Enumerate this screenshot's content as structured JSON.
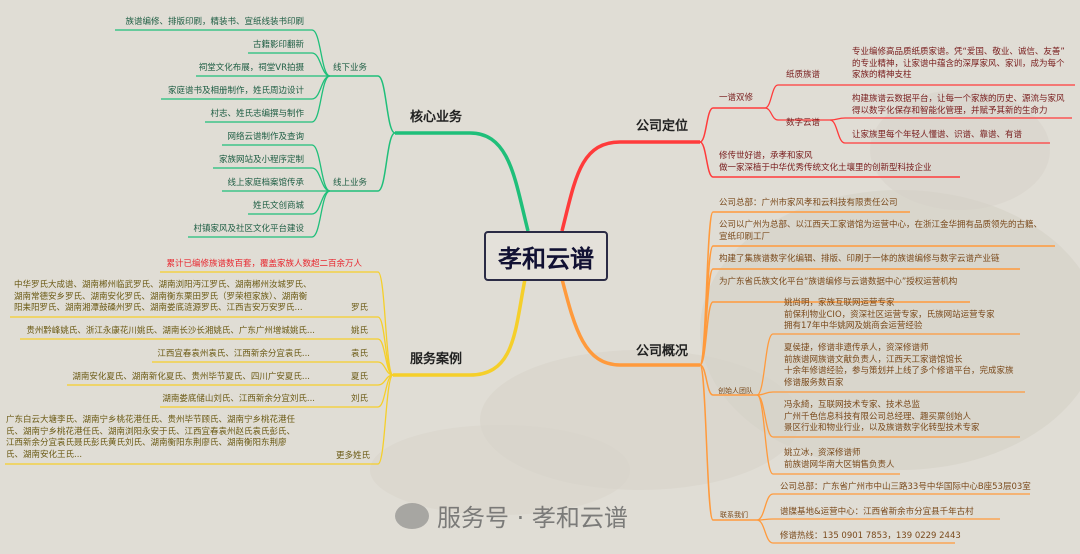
{
  "center": {
    "title": "孝和云谱"
  },
  "colors": {
    "core": "#1fbf7a",
    "service": "#f5cf2a",
    "position": "#ff3b3b",
    "overview": "#ff9a3c",
    "background": "#e0ddd5"
  },
  "core_business": {
    "label": "核心业务",
    "offline": {
      "label": "线下业务",
      "items": [
        "族谱编修、排版印刷，精装书、宣纸线装书印刷",
        "古籍影印翻新",
        "祠堂文化布展，祠堂VR拍摄",
        "家庭谱书及相册制作，姓氏周边设计",
        "村志、姓氏志编撰与制作"
      ]
    },
    "online": {
      "label": "线上业务",
      "items": [
        "网络云谱制作及查询",
        "家族网站及小程序定制",
        "线上家庭档案馆传承",
        "姓氏文创商城",
        "村镇家风及社区文化平台建设"
      ]
    }
  },
  "service_cases": {
    "label": "服务案例",
    "highlight": "累计已编修族谱数百套，覆盖家族人数超二百余万人",
    "items": [
      {
        "surname": "罗氏",
        "detail": "中华罗氏大成谱、湖南郴州临武罗氏、湖南浏阳沔江罗氏、湖南郴州汝城罗氏、\n湖南常德安乡罗氏、湖南安化罗氏、湖南衡东栗田罗氏（罗荣桓家族）、湖南衡\n阳耒阳罗氏、湖南湘潭鼓磉州罗氏、湖南娄底涟源罗氏、江西吉安万安罗氏..."
      },
      {
        "surname": "姚氏",
        "detail": "贵州黔峰姚氏、浙江永康花川姚氏、湖南长沙长湘姚氏、广东广州增城姚氏..."
      },
      {
        "surname": "袁氏",
        "detail": "江西宜春袁州袁氏、江西新余分宜袁氏..."
      },
      {
        "surname": "夏氏",
        "detail": "湖南安化夏氏、湖南新化夏氏、贵州毕节夏氏、四川广安夏氏..."
      },
      {
        "surname": "刘氏",
        "detail": "湖南娄底储山刘氏、江西新余分宜刘氏..."
      },
      {
        "surname": "更多姓氏",
        "detail": "广东白云大塘李氏、湖南宁乡桃花港任氏、贵州毕节顾氏、湖南宁乡桃花港任\n氏、湖南宁乡桃花港任氏、湖南浏阳永安于氏、江西宜春袁州赵氏袁氏彭氏、\n江西新余分宜袁氏聂氏彭氏黄氏刘氏、湖南衡阳东荆廖氏、湖南衡阳东荆廖\n氏、湖南安化王氏..."
      }
    ]
  },
  "company_position": {
    "label": "公司定位",
    "dual": {
      "label": "一谱双修",
      "paper": {
        "label": "纸质族谱",
        "detail": "专业编修高品质纸质家谱。凭“爱国、敬业、诚信、友善”\n的专业精神，让家谱中蕴含的深厚家风、家训，成为每个\n家族的精神支柱"
      },
      "digital": {
        "label": "数字云谱",
        "items": [
          "构建族谱云数据平台，让每一个家族的历史、源流与家风\n得以数字化保存和智能化管理，并赋予其新的生命力",
          "让家族里每个年轻人懂谱、识谱、靠谱、有谱"
        ]
      }
    },
    "mission": "修传世好谱，承孝和家风\n做一家深植于中华优秀传统文化土壤里的创新型科技企业"
  },
  "company_overview": {
    "label": "公司概况",
    "items": [
      "公司总部：广州市家风孝和云科技有限责任公司",
      "公司以广州为总部、以江西天工家谱馆为运营中心，在浙江金华拥有品质领先的古籍、\n宣纸印刷工厂",
      "构建了集族谱数字化编辑、排版、印刷于一体的族谱编修与数字云谱产业链",
      "为广东省氏族文化平台“族谱编修与云谱数据中心”授权运营机构"
    ],
    "founders": {
      "label": "创始人团队",
      "items": [
        "姚尚明，家族互联网运营专家\n前保利物业CIO，资深社区运营专家，氏族网站运营专家\n拥有17年中华姚网及姚商会运营经验",
        "夏侯捷，修谱非遗传承人，资深修谱师\n前族谱网族谱文献负责人，江西天工家谱馆馆长\n十余年修谱经验，参与策划并上线了多个修谱平台，完成家族\n修谱服务数百家",
        "冯永綺，互联网技术专家、技术总监\n广州千色信息科技有限公司总经理、趣买票创始人\n景区行业和物业行业，以及族谱数字化转型技术专家",
        "姚立冰，资深修谱师\n前族谱网华南大区销售负责人"
      ]
    },
    "contact": {
      "label": "联系我们",
      "items": [
        "公司总部：广东省广州市中山三路33号中华国际中心B座53层03室",
        "谱牒基地&运营中心：江西省新余市分宜县千年古村",
        "修谱热线：135 0901 7853，139 0229 2443"
      ]
    }
  },
  "watermark": {
    "text": "服务号 · 孝和云谱",
    "icon": "wechat-icon"
  }
}
